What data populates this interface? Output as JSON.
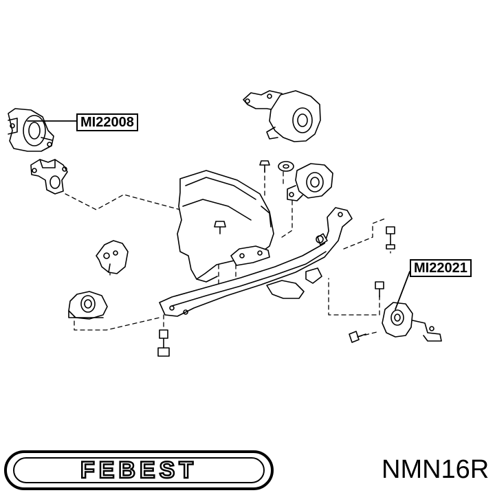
{
  "callouts": [
    {
      "id": "mount-front",
      "label": "MI22008"
    },
    {
      "id": "mount-rear",
      "label": "MI22021"
    }
  ],
  "brand": {
    "logo_text": "FEBEST"
  },
  "part_number": "NMN16R",
  "colors": {
    "ink": "#000000",
    "background": "#ffffff"
  }
}
